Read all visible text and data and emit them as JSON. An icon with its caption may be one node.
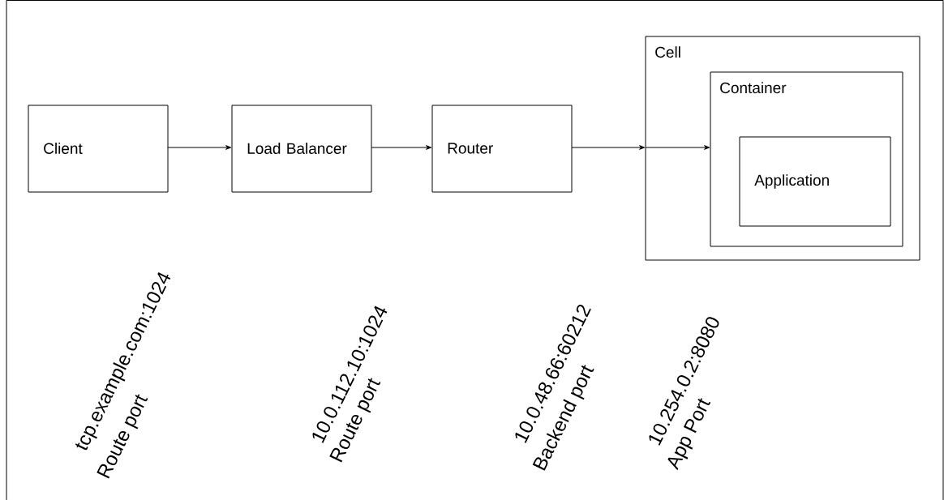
{
  "diagram": {
    "nodes": [
      {
        "text": [
          "Client"
        ]
      },
      {
        "text": [
          "Load Balancer"
        ]
      },
      {
        "text": [
          "Router"
        ]
      },
      {
        "text": [
          "Cell"
        ]
      },
      {
        "text": [
          "Container"
        ],
        "in": 3
      },
      {
        "text": [
          "Application"
        ],
        "in": 4
      }
    ],
    "edges": [
      {
        "from": 0,
        "to": 1,
        "arrow": "to"
      },
      {
        "from": 1,
        "to": 2,
        "arrow": "to"
      },
      {
        "from": 2,
        "to": 3,
        "arrow": "to"
      },
      {
        "from": 3,
        "to": 4,
        "arrow": "to"
      }
    ],
    "labels": [
      "tcp.example.com:1024",
      "Route port",
      "10.0.112.10:1024",
      "Route port",
      "10.0.48.66:60212",
      "Backend port",
      "10.254.0.2:8080",
      "App Port"
    ]
  }
}
